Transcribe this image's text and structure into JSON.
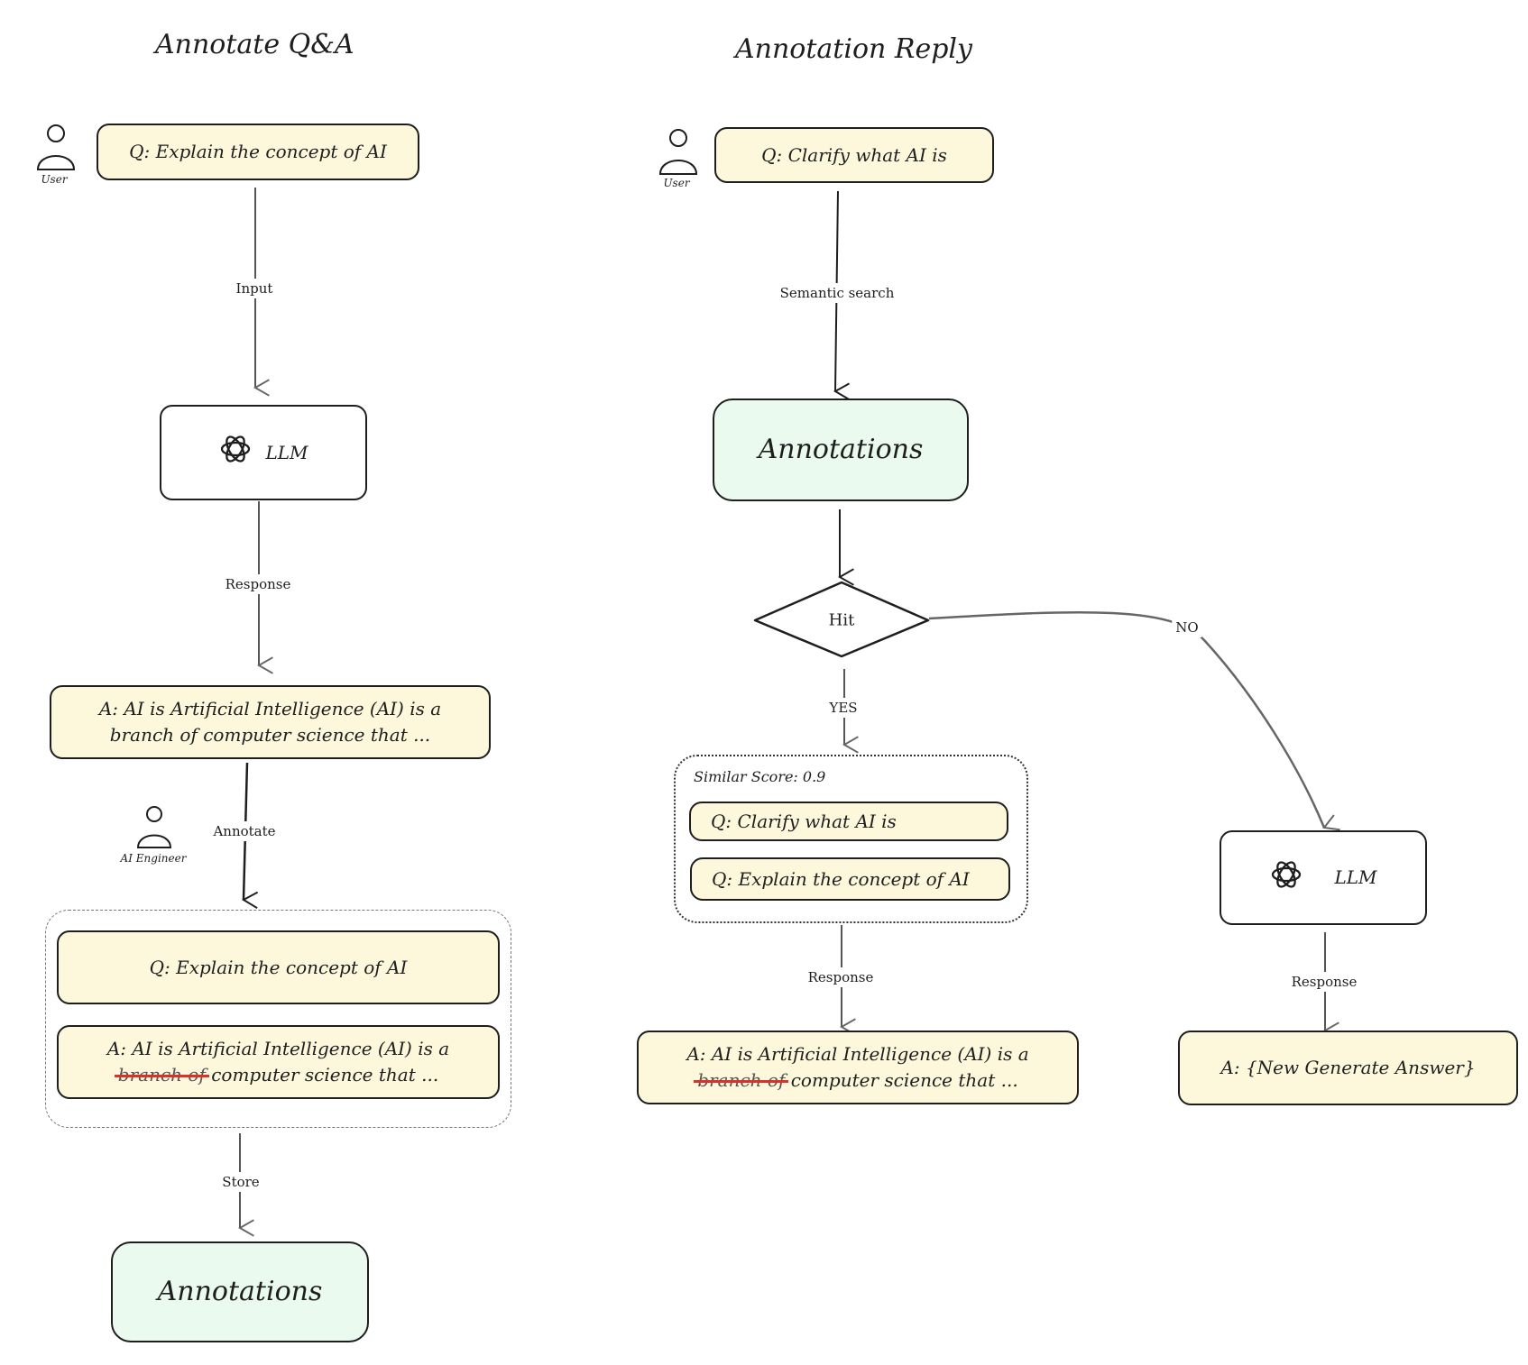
{
  "titles": {
    "left": "Annotate Q&A",
    "right": "Annotation Reply"
  },
  "left": {
    "user_label": "User",
    "question": "Q: Explain the concept of AI",
    "input_label": "Input",
    "llm_label": "LLM",
    "response_label": "Response",
    "answer_line1": "A: AI is Artificial Intelligence (AI) is a",
    "answer_line2": "branch of computer science that ...",
    "engineer_label": "AI Engineer",
    "annotate_label": "Annotate",
    "annotated_question": "Q: Explain the concept of AI",
    "annotated_answer_line1": "A: AI is Artificial Intelligence (AI) is a",
    "annotated_struck": "branch of",
    "annotated_answer_rest": " computer science that ...",
    "store_label": "Store",
    "annotations": "Annotations"
  },
  "right": {
    "user_label": "User",
    "question": "Q: Clarify what AI is",
    "semantic_label": "Semantic search",
    "annotations": "Annotations",
    "hit_label": "Hit",
    "no_label": "NO",
    "yes_label": "YES",
    "similar_score": "Similar Score: 0.9",
    "match_question1": "Q: Clarify what AI is",
    "match_question2": "Q: Explain the concept of AI",
    "response_label_yes": "Response",
    "answer_line1": "A: AI is Artificial Intelligence (AI) is a",
    "answer_struck": "branch of",
    "answer_rest": " computer science that ...",
    "llm_label": "LLM",
    "response_label_no": "Response",
    "new_answer": "A: {New Generate Answer}"
  },
  "colors": {
    "question_fill": "#fdf8dc",
    "annotations_fill": "#eafaee",
    "strike": "#d9322c"
  },
  "icons": [
    "user-icon",
    "openai-icon",
    "engineer-icon"
  ]
}
